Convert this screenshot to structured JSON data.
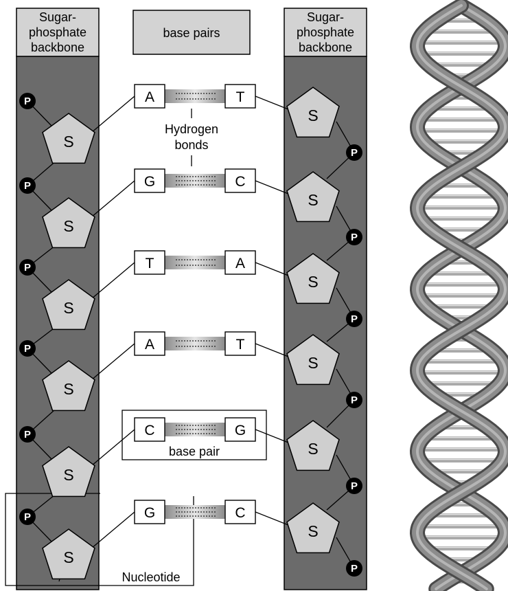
{
  "headers": {
    "left_backbone": [
      "Sugar-",
      "phosphate",
      "backbone"
    ],
    "center": "base pairs",
    "right_backbone": [
      "Sugar-",
      "phosphate",
      "backbone"
    ]
  },
  "symbols": {
    "sugar": "S",
    "phosphate": "P"
  },
  "base_pairs": [
    {
      "left": "A",
      "right": "T"
    },
    {
      "left": "G",
      "right": "C"
    },
    {
      "left": "T",
      "right": "A"
    },
    {
      "left": "A",
      "right": "T"
    },
    {
      "left": "C",
      "right": "G"
    },
    {
      "left": "G",
      "right": "C"
    }
  ],
  "labels": {
    "hydrogen_bonds": [
      "Hydrogen",
      "bonds"
    ],
    "base_pair": "base pair",
    "nucleotide": "Nucleotide"
  },
  "colors": {
    "backbone": "#6b6b6b",
    "sugar_fill": "#cfcfcf",
    "header_fill": "#d3d3d3",
    "phosphate": "#000000"
  }
}
